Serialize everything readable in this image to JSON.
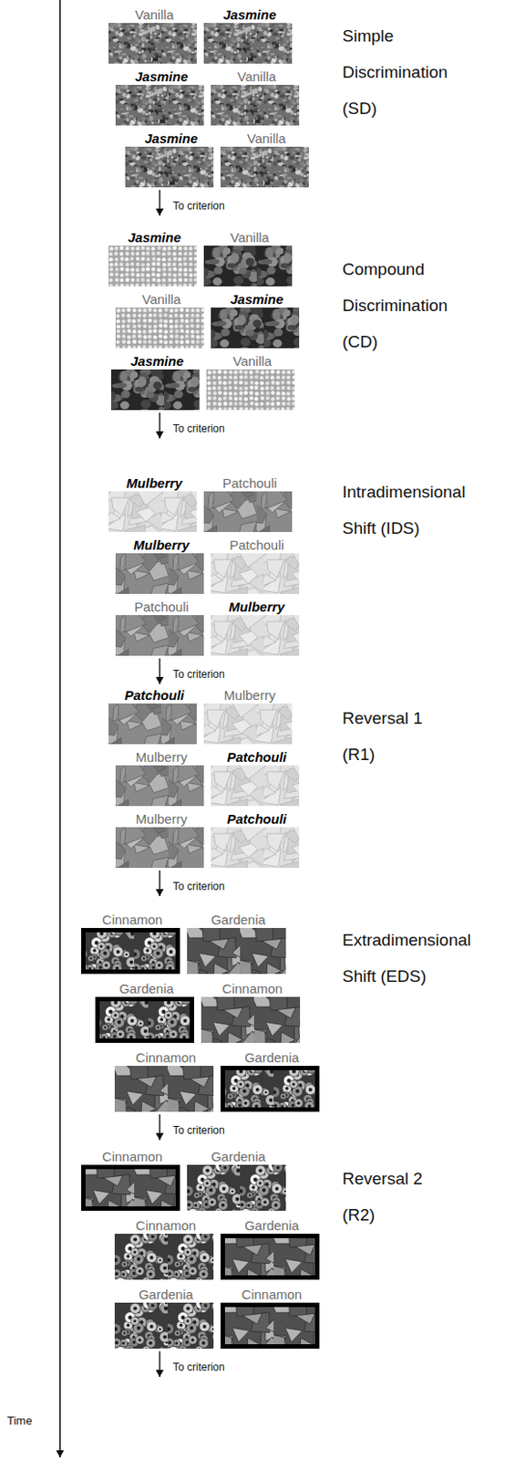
{
  "diagram": {
    "nodes": [
      {
        "text": [
          "Vanilla"
        ]
      },
      {
        "text": [
          "Jasmine"
        ]
      },
      {
        "text": [
          "Jasmine"
        ]
      },
      {
        "text": [
          "Vanilla"
        ]
      },
      {
        "text": [
          "Jasmine"
        ]
      },
      {
        "text": [
          "Vanilla"
        ]
      },
      {
        "text": [
          "Jasmine"
        ]
      },
      {
        "text": [
          "Vanilla"
        ]
      },
      {
        "text": [
          "Vanilla"
        ]
      },
      {
        "text": [
          "Jasmine"
        ]
      },
      {
        "text": [
          "Jasmine"
        ]
      },
      {
        "text": [
          "Vanilla"
        ]
      },
      {
        "text": [
          "Mulberry"
        ]
      },
      {
        "text": [
          "Patchouli"
        ]
      },
      {
        "text": [
          "Mulberry"
        ]
      },
      {
        "text": [
          "Patchouli"
        ]
      },
      {
        "text": [
          "Patchouli"
        ]
      },
      {
        "text": [
          "Mulberry"
        ]
      },
      {
        "text": [
          "Patchouli"
        ]
      },
      {
        "text": [
          "Mulberry"
        ]
      },
      {
        "text": [
          "Mulberry"
        ]
      },
      {
        "text": [
          "Patchouli"
        ]
      },
      {
        "text": [
          "Mulberry"
        ]
      },
      {
        "text": [
          "Patchouli"
        ]
      },
      {
        "text": [
          "Cinnamon"
        ]
      },
      {
        "text": [
          "Gardenia"
        ]
      },
      {
        "text": [
          "Gardenia"
        ]
      },
      {
        "text": [
          "Cinnamon"
        ]
      },
      {
        "text": [
          "Cinnamon"
        ]
      },
      {
        "text": [
          "Gardenia"
        ]
      },
      {
        "text": [
          "Cinnamon"
        ]
      },
      {
        "text": [
          "Gardenia"
        ]
      },
      {
        "text": [
          "Cinnamon"
        ]
      },
      {
        "text": [
          "Gardenia"
        ]
      },
      {
        "text": [
          "Gardenia"
        ]
      },
      {
        "text": [
          "Cinnamon"
        ]
      }
    ],
    "labels": [
      "Simple Discrimination (SD)",
      "To criterion",
      "Compound Discrimination (CD)",
      "To criterion",
      "Intradimensional Shift (IDS)",
      "To criterion",
      "Reversal 1 (R1)",
      "To criterion",
      "Extradimensional Shift (EDS)",
      "To criterion",
      "Reversal 2 (R2)",
      "To criterion",
      "Time"
    ]
  }
}
